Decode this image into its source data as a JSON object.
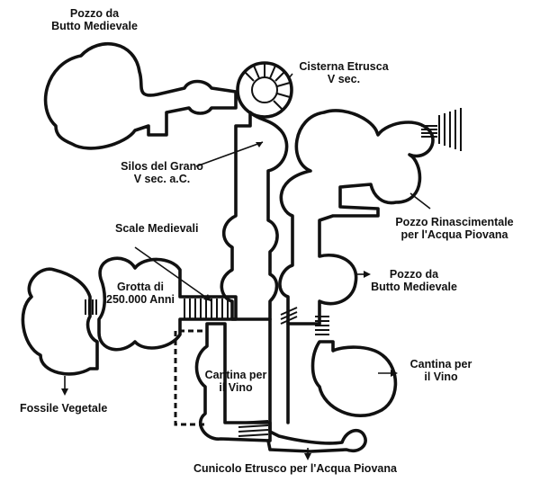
{
  "labels": {
    "pozzo_top": [
      "Pozzo da",
      "Butto Medievale"
    ],
    "cisterna": [
      "Cisterna Etrusca",
      "V sec."
    ],
    "silos": [
      "Silos del Grano",
      "V sec. a.C."
    ],
    "scale": "Scale Medievali",
    "grotta": [
      "Grotta di",
      "250.000 Anni"
    ],
    "pozzo_rinasc": [
      "Pozzo Rinascimentale",
      "per l'Acqua Piovana"
    ],
    "pozzo_mid": [
      "Pozzo da",
      "Butto Medievale"
    ],
    "cantina_left": [
      "Cantina per",
      "il Vino"
    ],
    "cantina_right": [
      "Cantina per",
      "il Vino"
    ],
    "fossile": "Fossile Vegetale",
    "cunicolo": "Cunicolo Etrusco per l'Acqua Piovana"
  },
  "colors": {
    "ink": "#111111",
    "background": "#ffffff"
  }
}
